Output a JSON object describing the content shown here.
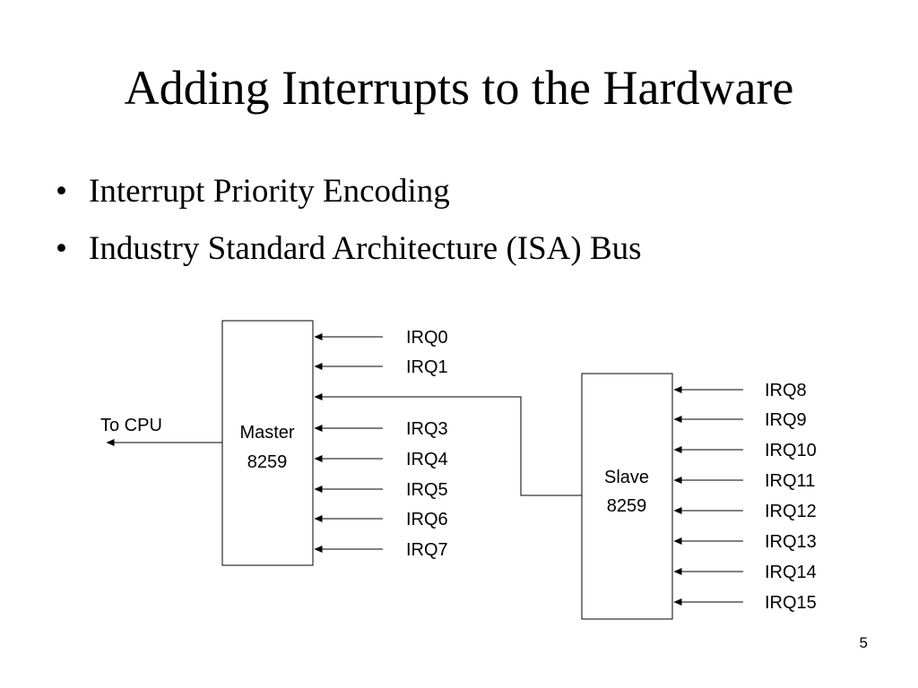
{
  "slide": {
    "title": "Adding Interrupts to the Hardware",
    "bullets": [
      "Interrupt Priority Encoding",
      "Industry Standard Architecture (ISA) Bus"
    ],
    "page_number": "5"
  },
  "diagram": {
    "to_cpu_label": "To CPU",
    "master": {
      "name": "Master",
      "part": "8259",
      "irq_lines": [
        "IRQ0",
        "IRQ1",
        "IRQ3",
        "IRQ4",
        "IRQ5",
        "IRQ6",
        "IRQ7"
      ]
    },
    "slave": {
      "name": "Slave",
      "part": "8259",
      "irq_lines": [
        "IRQ8",
        "IRQ9",
        "IRQ10",
        "IRQ11",
        "IRQ12",
        "IRQ13",
        "IRQ14",
        "IRQ15"
      ]
    }
  }
}
